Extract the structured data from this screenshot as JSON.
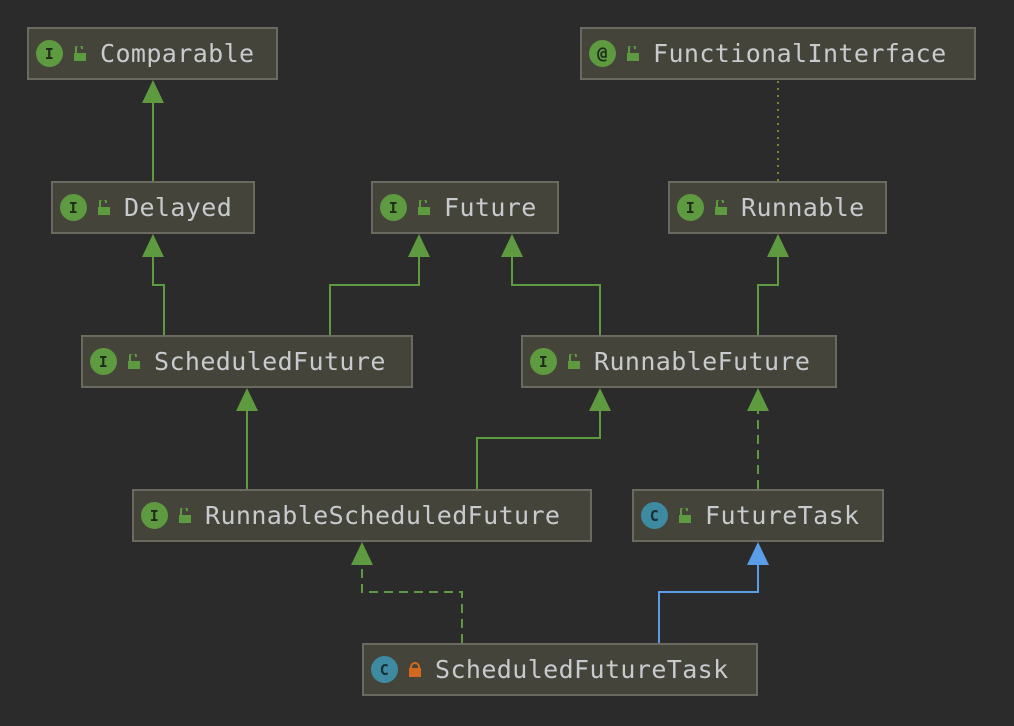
{
  "colors": {
    "background": "#2b2b2b",
    "node_fill": "#45443a",
    "node_border": "#6b6a60",
    "text": "#c8cbce",
    "interface_badge": "#5e9a3f",
    "class_badge": "#3d8aa1",
    "extends_edge": "#5e9a3f",
    "class_extends_edge": "#5a9ee8",
    "public_lock": "#5e9a3f",
    "private_lock": "#d2691e",
    "annotation_link": "#7a8a2a"
  },
  "nodes": {
    "comparable": {
      "label": "Comparable",
      "badge": "I",
      "badge_icon": "interface-icon",
      "lock_icon": "lock-open-icon"
    },
    "functional": {
      "label": "FunctionalInterface",
      "badge": "@",
      "badge_icon": "annotation-icon",
      "lock_icon": "lock-open-icon"
    },
    "delayed": {
      "label": "Delayed",
      "badge": "I",
      "badge_icon": "interface-icon",
      "lock_icon": "lock-open-icon"
    },
    "future": {
      "label": "Future",
      "badge": "I",
      "badge_icon": "interface-icon",
      "lock_icon": "lock-open-icon"
    },
    "runnable": {
      "label": "Runnable",
      "badge": "I",
      "badge_icon": "interface-icon",
      "lock_icon": "lock-open-icon"
    },
    "sched_future": {
      "label": "ScheduledFuture",
      "badge": "I",
      "badge_icon": "interface-icon",
      "lock_icon": "lock-open-icon"
    },
    "runnable_future": {
      "label": "RunnableFuture",
      "badge": "I",
      "badge_icon": "interface-icon",
      "lock_icon": "lock-open-icon"
    },
    "rsf": {
      "label": "RunnableScheduledFuture",
      "badge": "I",
      "badge_icon": "interface-icon",
      "lock_icon": "lock-open-icon"
    },
    "future_task": {
      "label": "FutureTask",
      "badge": "C",
      "badge_icon": "class-icon",
      "lock_icon": "lock-open-icon"
    },
    "sft": {
      "label": "ScheduledFutureTask",
      "badge": "C",
      "badge_icon": "class-icon",
      "lock_icon": "lock-closed-icon"
    }
  },
  "edges": [
    {
      "from": "delayed",
      "to": "comparable",
      "style": "extends"
    },
    {
      "from": "sched_future",
      "to": "delayed",
      "style": "extends"
    },
    {
      "from": "sched_future",
      "to": "future",
      "style": "extends"
    },
    {
      "from": "runnable_future",
      "to": "future",
      "style": "extends"
    },
    {
      "from": "runnable_future",
      "to": "runnable",
      "style": "extends"
    },
    {
      "from": "runnable",
      "to": "functional",
      "style": "annotated"
    },
    {
      "from": "rsf",
      "to": "sched_future",
      "style": "extends"
    },
    {
      "from": "rsf",
      "to": "runnable_future",
      "style": "extends"
    },
    {
      "from": "future_task",
      "to": "runnable_future",
      "style": "implements"
    },
    {
      "from": "sft",
      "to": "rsf",
      "style": "implements"
    },
    {
      "from": "sft",
      "to": "future_task",
      "style": "class-extends"
    }
  ]
}
